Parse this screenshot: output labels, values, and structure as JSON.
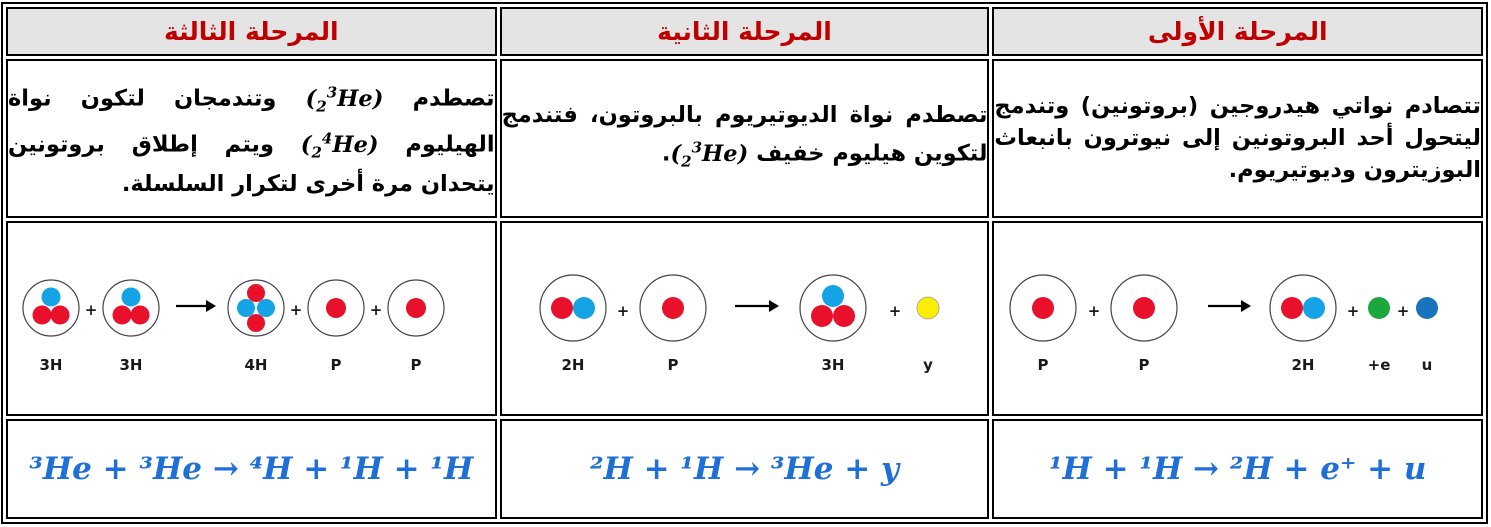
{
  "stages": [
    {
      "title": "المرحلة الأولى",
      "desc_text": "تتصادم نواتي هيدروجين (بروتونين) وتندمج ليتحول أحد البروتونين إلى نيوترون بانبعاث البوزيترون وديوتيريوم.",
      "diagram_labels": [
        "P",
        "P",
        "2H",
        "e+",
        "u"
      ],
      "equation": "¹H + ¹H → ²H + e⁺ + u"
    },
    {
      "title": "المرحلة الثانية",
      "desc_before": "تصطدم نواة الديوتيريوم بالبروتون، فتندمج لتكوين هيليوم خفيف",
      "desc_after": ".",
      "diagram_labels": [
        "2H",
        "P",
        "3H",
        "y"
      ],
      "equation": "²H + ¹H → ³He + y"
    },
    {
      "title": "المرحلة الثالثة",
      "desc_part1": "تصطدم",
      "desc_part2": "وتندمجان لتكون نواة الهيليوم",
      "desc_part3": "ويتم إطلاق بروتونين يتحدان مرة أخرى لتكرار السلسلة.",
      "diagram_labels": [
        "3H",
        "3H",
        "4H",
        "P",
        "P"
      ],
      "equation": "³He + ³He → ⁴H + ¹H + ¹H"
    }
  ],
  "math": {
    "he": "He",
    "mass3": "3",
    "mass4": "4",
    "atomic2": "2"
  },
  "colors": {
    "proton": "#e8102a",
    "neutron": "#14a3e6",
    "positron": "#1aa83c",
    "neutrino": "#1a73bd",
    "gamma": "#ffee00",
    "header_text": "#c00000",
    "equation_text": "#1f6fd9"
  }
}
